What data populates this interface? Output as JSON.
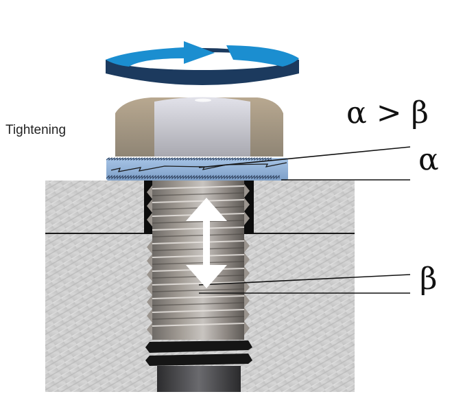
{
  "diagram": {
    "caption_left": "Tightening",
    "relation_label": "α > β",
    "alpha_label": "α",
    "beta_label": "β",
    "icons": {
      "rotation": "rotation-arrow-icon",
      "double_arrow": "double-arrow-icon"
    },
    "colors": {
      "rotation_top": "#1b8ed0",
      "rotation_side": "#1c3a5e",
      "washer": "#8fb3dd",
      "nut_side": "#a89a85",
      "nut_front": "#c9c9d0",
      "block": "#c8c8c8",
      "gap": "#0c0c0c",
      "thread": "#8a8580",
      "shank": "#3e3e40"
    }
  }
}
